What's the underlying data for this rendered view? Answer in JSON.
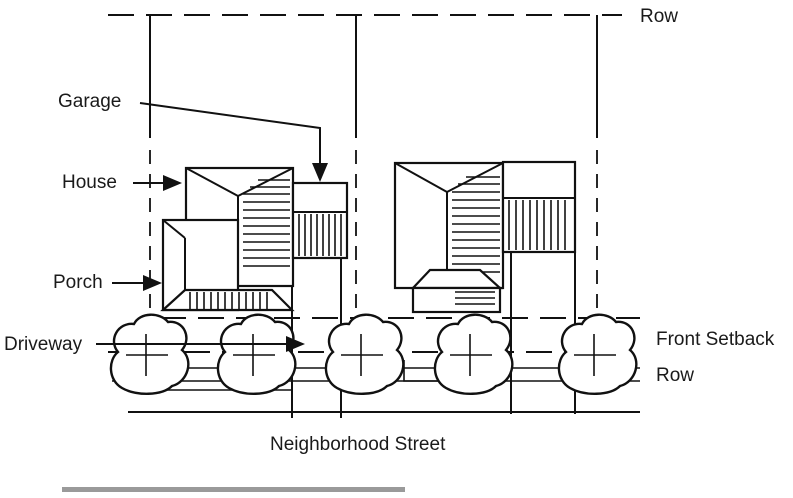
{
  "labels": {
    "row_top": "Row",
    "garage": "Garage",
    "house": "House",
    "porch": "Porch",
    "driveway": "Driveway",
    "front_setback": "Front Setback",
    "row_bottom": "Row",
    "street": "Neighborhood Street"
  },
  "colors": {
    "line": "#111111",
    "text": "#1a1a1a",
    "footer_bar": "#9a9a9a"
  }
}
